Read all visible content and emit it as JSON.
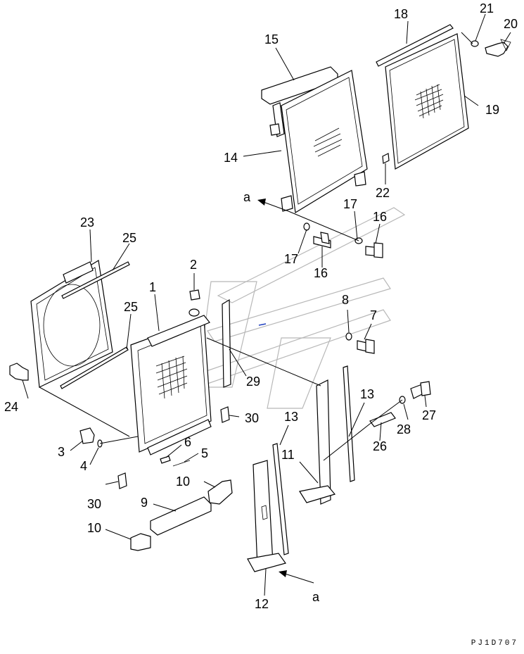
{
  "drawing_code": "PJ1D707",
  "view_marker": "a",
  "callouts": {
    "c1": "1",
    "c2": "2",
    "c3": "3",
    "c4": "4",
    "c5": "5",
    "c6": "6",
    "c7": "7",
    "c8": "8",
    "c9": "9",
    "c10a": "10",
    "c10b": "10",
    "c11": "11",
    "c12": "12",
    "c13a": "13",
    "c13b": "13",
    "c14": "14",
    "c15": "15",
    "c16a": "16",
    "c16b": "16",
    "c17a": "17",
    "c17b": "17",
    "c18": "18",
    "c19": "19",
    "c20": "20",
    "c21": "21",
    "c22": "22",
    "c23": "23",
    "c24": "24",
    "c25a": "25",
    "c25b": "25",
    "c26": "26",
    "c27": "27",
    "c28": "28",
    "c29": "29",
    "c30a": "30",
    "c30b": "30"
  }
}
